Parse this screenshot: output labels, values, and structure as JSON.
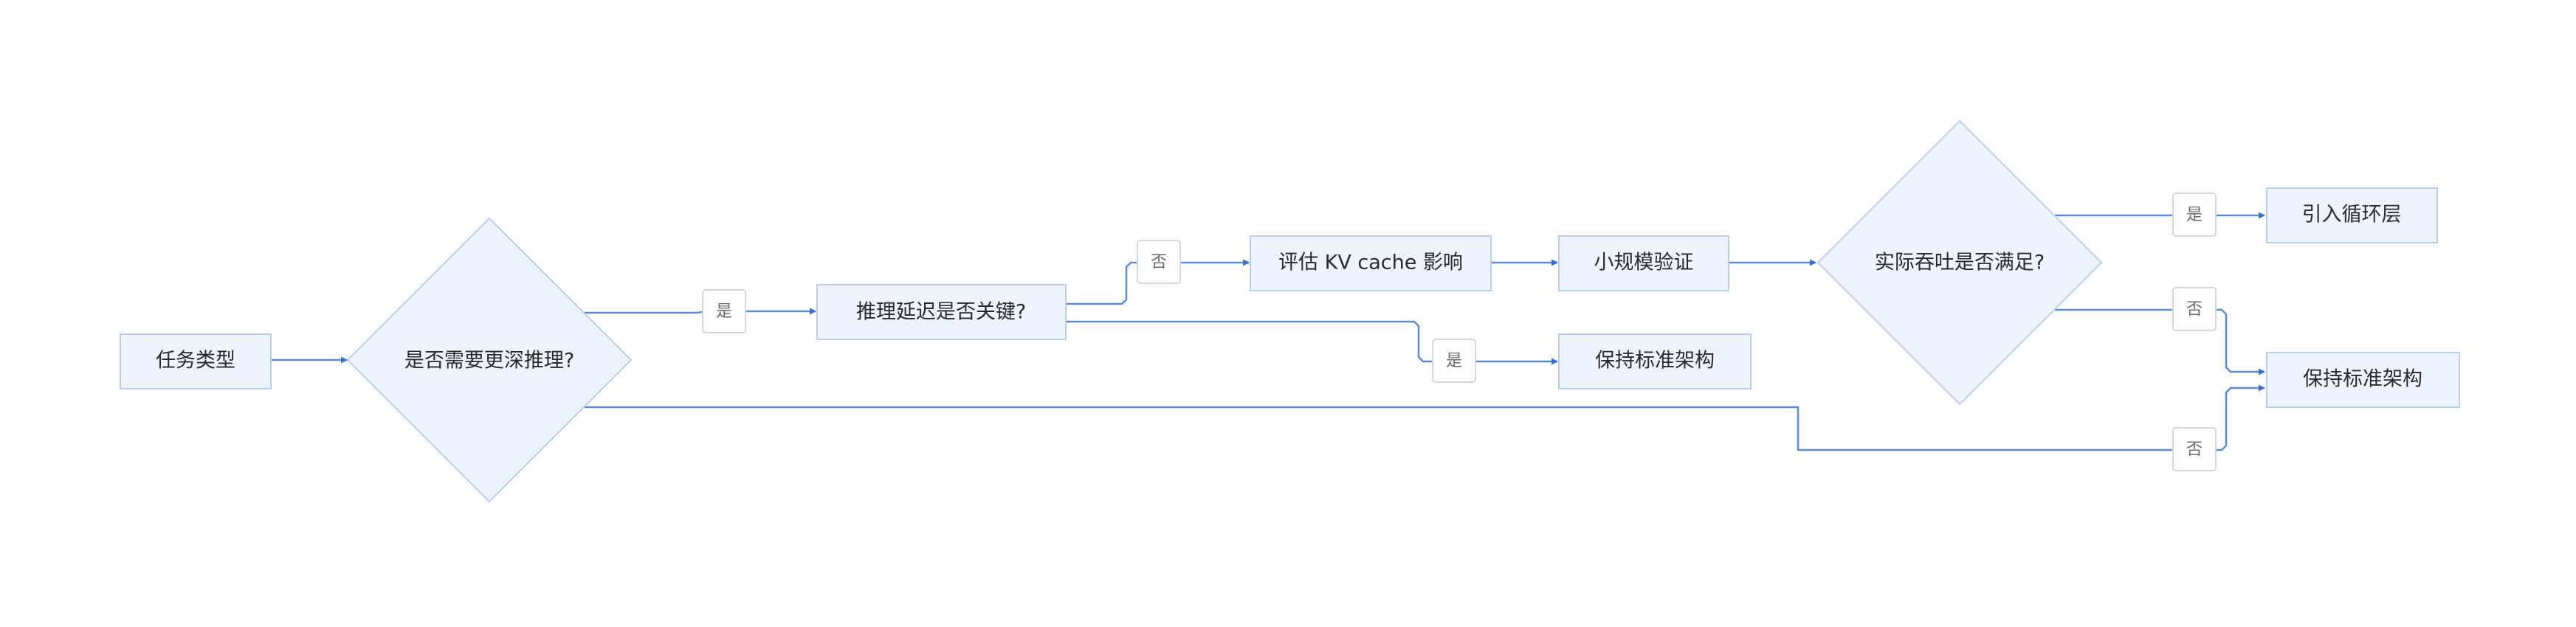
{
  "nodes": {
    "task_type": "任务类型",
    "need_deeper_reasoning": "是否需要更深推理?",
    "latency_critical": "推理延迟是否关键?",
    "evaluate_kv_cache": "评估 KV cache 影响",
    "small_scale_validation": "小规模验证",
    "throughput_satisfied": "实际吞吐是否满足?",
    "introduce_loop_layer": "引入循环层",
    "keep_standard_1": "保持标准架构",
    "keep_standard_2": "保持标准架构"
  },
  "edges": {
    "yes_deeper": "是",
    "no_latency": "否",
    "yes_latency": "是",
    "yes_throughput": "是",
    "no_throughput": "否",
    "no_deeper": "否"
  },
  "colors": {
    "node_fill": "#eef4fd",
    "node_border": "#b9cdee",
    "edge": "#5b8ad8",
    "arrow": "#3a6fd0"
  }
}
